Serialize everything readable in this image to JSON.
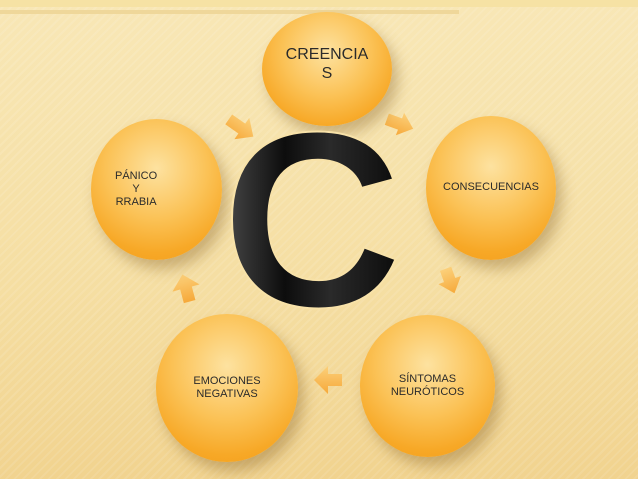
{
  "diagram": {
    "nodes": [
      {
        "id": "creencias",
        "label": "CREENCIA\nS"
      },
      {
        "id": "consecuencias",
        "label": "CONSECUENCIAS"
      },
      {
        "id": "sintomas",
        "label": "SÍNTOMAS\nNEURÓTICOS"
      },
      {
        "id": "emociones",
        "label": "EMOCIONES\nNEGATIVAS"
      },
      {
        "id": "panico",
        "label": "PÁNICO\nY\nRRABIA"
      }
    ],
    "center_letter": "C",
    "colors": {
      "node_fill": "#f7a826",
      "node_highlight": "#fde2a0",
      "arrow_fill": "#f9b74a",
      "center_letter": "#1a1a1a",
      "background": "#f5dea2"
    },
    "arrow_icon": "chevron-arrow-icon"
  }
}
